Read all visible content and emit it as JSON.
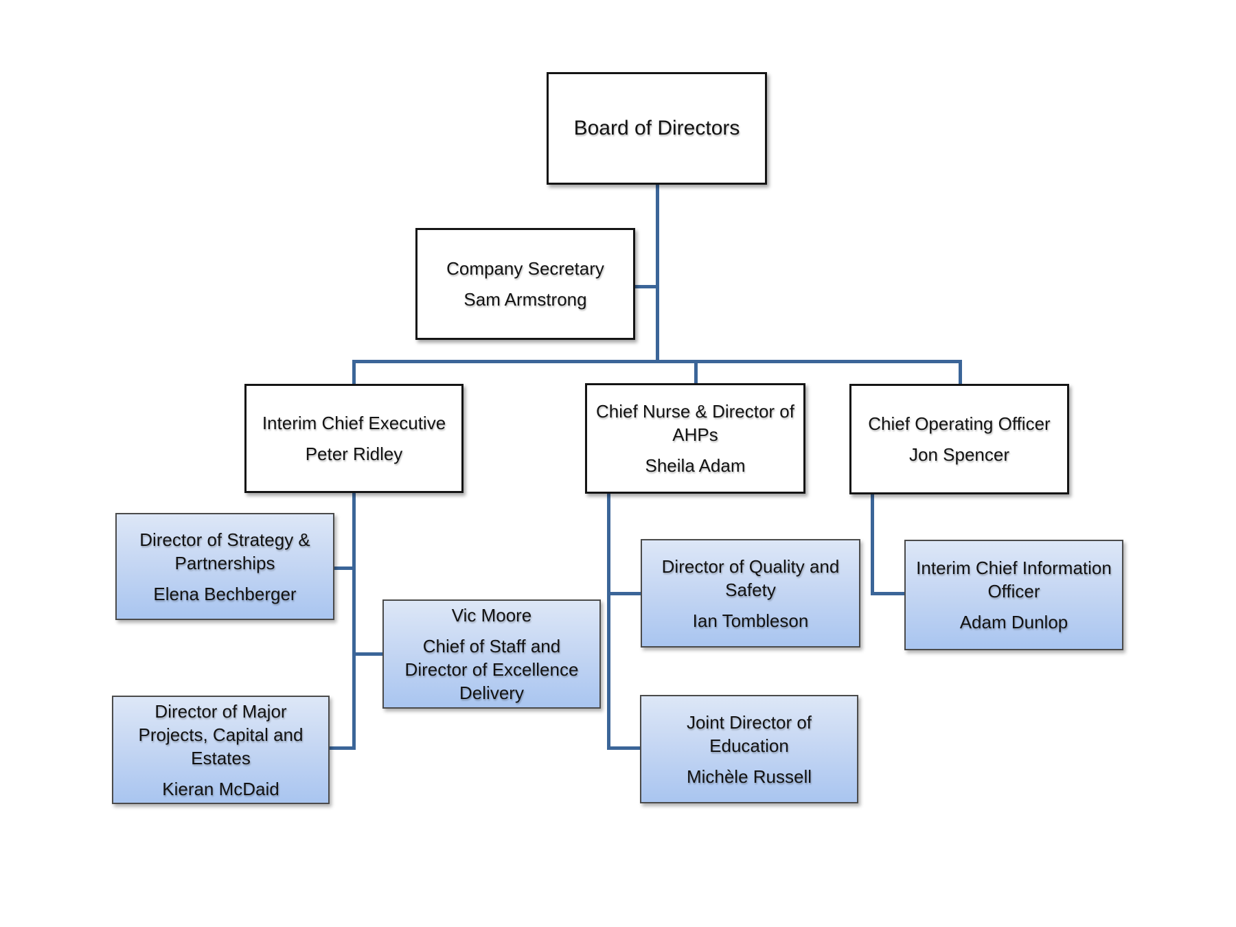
{
  "title": "Organisation chart",
  "colors": {
    "connector": "#3b6598",
    "white_box_bg": "#ffffff",
    "white_box_border": "#141414",
    "blue_box_border": "#4a4a4a",
    "blue_gradient_top": "#dde7f7",
    "blue_gradient_mid": "#c6d7f3",
    "blue_gradient_bottom": "#a9c5f0",
    "text": "#121212"
  },
  "boxes": {
    "board": {
      "style": "white",
      "paragraphs": [
        [
          "Board of Directors"
        ]
      ]
    },
    "secretary": {
      "style": "white",
      "paragraphs": [
        [
          "Company Secretary"
        ],
        [
          "Sam Armstrong"
        ]
      ]
    },
    "chief_executive": {
      "style": "white",
      "paragraphs": [
        [
          "Interim Chief Executive"
        ],
        [
          "Peter Ridley"
        ]
      ]
    },
    "chief_nurse": {
      "style": "white",
      "paragraphs": [
        [
          "Chief Nurse & Director of",
          "AHPs"
        ],
        [
          "Sheila Adam"
        ]
      ]
    },
    "coo": {
      "style": "white",
      "paragraphs": [
        [
          "Chief Operating Officer"
        ],
        [
          "Jon Spencer"
        ]
      ]
    },
    "strategy": {
      "style": "blue",
      "paragraphs": [
        [
          "Director of Strategy &",
          "Partnerships"
        ],
        [
          "Elena Bechberger"
        ]
      ]
    },
    "chief_of_staff": {
      "style": "blue",
      "paragraphs": [
        [
          "Vic Moore"
        ],
        [
          "Chief of Staff and",
          "Director of Excellence",
          "Delivery"
        ]
      ]
    },
    "major_projects": {
      "style": "blue",
      "paragraphs": [
        [
          "Director of Major",
          "Projects, Capital and",
          "Estates"
        ],
        [
          "Kieran McDaid"
        ]
      ]
    },
    "quality": {
      "style": "blue",
      "paragraphs": [
        [
          "Director of Quality and",
          "Safety"
        ],
        [
          "Ian Tombleson"
        ]
      ]
    },
    "education": {
      "style": "blue",
      "paragraphs": [
        [
          "Joint Director of",
          "Education"
        ],
        [
          "Michèle Russell"
        ]
      ]
    },
    "cio": {
      "style": "blue",
      "paragraphs": [
        [
          "Interim Chief Information",
          "Officer"
        ],
        [
          "Adam Dunlop"
        ]
      ]
    }
  },
  "edges": [
    {
      "from": "board",
      "to": "secretary"
    },
    {
      "from": "board",
      "to": "chief_executive"
    },
    {
      "from": "board",
      "to": "chief_nurse"
    },
    {
      "from": "board",
      "to": "coo"
    },
    {
      "from": "chief_executive",
      "to": "strategy"
    },
    {
      "from": "chief_executive",
      "to": "chief_of_staff"
    },
    {
      "from": "chief_executive",
      "to": "major_projects"
    },
    {
      "from": "chief_nurse",
      "to": "quality"
    },
    {
      "from": "chief_nurse",
      "to": "education"
    },
    {
      "from": "coo",
      "to": "cio"
    }
  ]
}
